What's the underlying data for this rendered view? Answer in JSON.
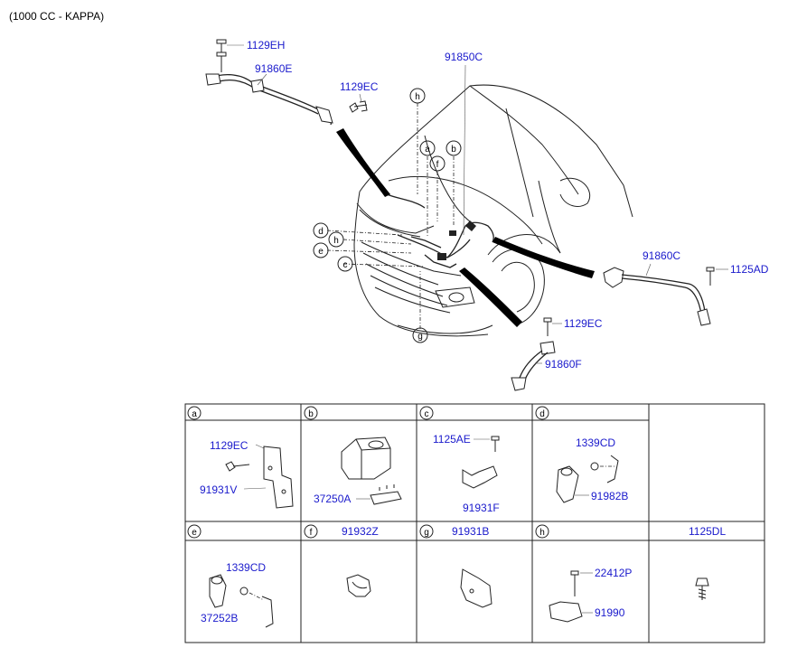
{
  "subtitle": "(1000 CC - KAPPA)",
  "main": {
    "labels": {
      "p1129EH": "1129EH",
      "p91860E": "91860E",
      "p1129EC_top": "1129EC",
      "p91850C": "91850C",
      "p91860C": "91860C",
      "p1125AD": "1125AD",
      "p1129EC_mid": "1129EC",
      "p91860F": "91860F"
    },
    "callouts": {
      "h1": "h",
      "a": "a",
      "b": "b",
      "f": "f",
      "d": "d",
      "h2": "h",
      "e": "e",
      "c": "c",
      "g": "g"
    }
  },
  "table": {
    "row1": [
      {
        "letter": "a",
        "parts": [
          "1129EC",
          "91931V"
        ]
      },
      {
        "letter": "b",
        "parts": [
          "37250A"
        ]
      },
      {
        "letter": "c",
        "parts": [
          "1125AE",
          "91931F"
        ]
      },
      {
        "letter": "d",
        "parts": [
          "1339CD",
          "91982B"
        ]
      }
    ],
    "row2": [
      {
        "letter": "e",
        "header": "",
        "parts": [
          "1339CD",
          "37252B"
        ]
      },
      {
        "letter": "f",
        "header": "91932Z",
        "parts": []
      },
      {
        "letter": "g",
        "header": "91931B",
        "parts": []
      },
      {
        "letter": "h",
        "header": "",
        "parts": [
          "22412P",
          "91990"
        ]
      },
      {
        "letter": "",
        "header": "1125DL",
        "parts": []
      }
    ]
  }
}
